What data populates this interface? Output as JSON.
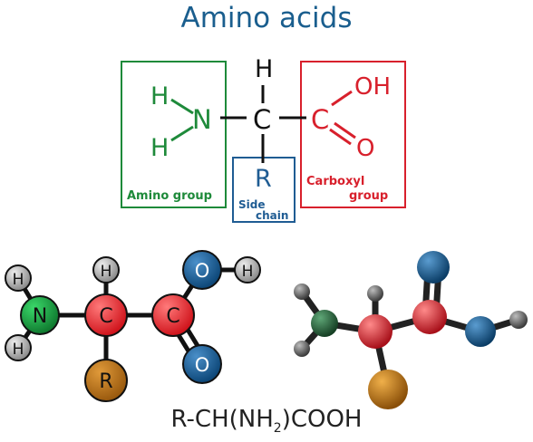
{
  "title": "Amino acids",
  "structural": {
    "amino_H_top": "H",
    "amino_H_bottom": "H",
    "amino_N": "N",
    "central_C": "C",
    "top_H": "H",
    "side_R": "R",
    "carboxyl_C": "C",
    "carboxyl_OH": "OH",
    "carboxyl_O": "O",
    "amino_group_label": "Amino group",
    "carboxyl_label_1": "Carboxyl",
    "carboxyl_label_2": "group",
    "side_label_1": "Side",
    "side_label_2": "chain"
  },
  "ball_model": {
    "H1": "H",
    "H2": "H",
    "H3": "H",
    "H4": "H",
    "N": "N",
    "C1": "C",
    "C2": "C",
    "O1": "O",
    "O2": "O",
    "R": "R"
  },
  "formula": {
    "part1": "R-CH(NH",
    "sub": "2",
    "part2": ")COOH"
  },
  "colors": {
    "amino": "#1e8a3a",
    "carboxyl": "#d8202c",
    "side_chain": "#1f5c93",
    "title": "#1a5e8e"
  }
}
